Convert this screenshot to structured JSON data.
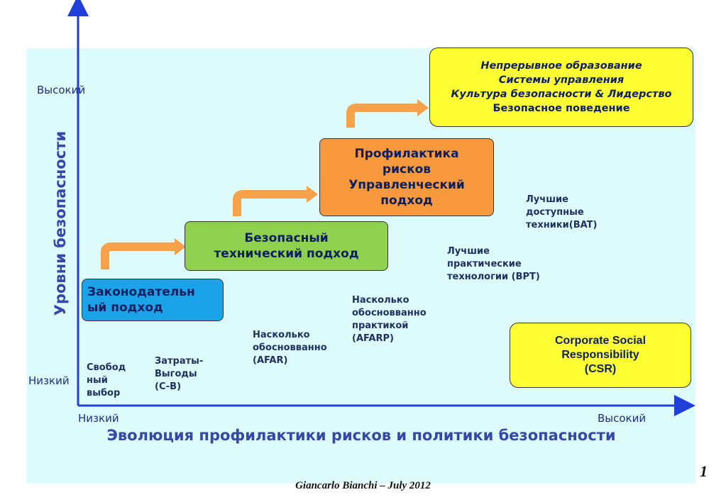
{
  "axes": {
    "y_title": "Уровни безопасности",
    "y_high": "Высокий",
    "y_low": "Низкий",
    "x_low": "Низкий",
    "x_high": "Высокий"
  },
  "title": "Эволюция профилактики рисков и политики безопасности",
  "boxes": {
    "legislative": [
      "Законодательн",
      "ый подход"
    ],
    "technical": [
      "Безопасный",
      "технический подход"
    ],
    "managerial": [
      "Профилактика",
      "рисков",
      "Управленческий",
      "подход"
    ],
    "culture": [
      "Непрерывное образование",
      "Системы управления",
      "Культура безопасности & Лидерство",
      "Безопасное поведение"
    ],
    "csr": [
      "Corporate Social",
      "Responsibility",
      "(CSR)"
    ]
  },
  "notes": {
    "free_choice": [
      "Свобод",
      "ный",
      "выбор"
    ],
    "cost_benefit": [
      "Затраты-",
      "Выгоды",
      "(C-B)"
    ],
    "afar": [
      "Насколько",
      "обосновванно",
      "(AFAR)"
    ],
    "afarp": [
      "Насколько",
      "обосновванно",
      "практикой",
      "(AFARP)"
    ],
    "bpt": [
      "Лучшие",
      "практические",
      "технологии (BPT)"
    ],
    "bat": [
      "Лучшие",
      "доступные",
      "техники(BAT)"
    ]
  },
  "footer": {
    "author": "Giancarlo Bianchi – July 2012",
    "page_number": "1"
  },
  "colors": {
    "panel": "#ddfbfb",
    "axis": "#1f3fd8",
    "arrow": "#f7a24a",
    "legislative": "#1aa3e8",
    "technical": "#8fd14f",
    "managerial": "#f7993c",
    "culture": "#ffff33",
    "csr": "#ffff33"
  }
}
